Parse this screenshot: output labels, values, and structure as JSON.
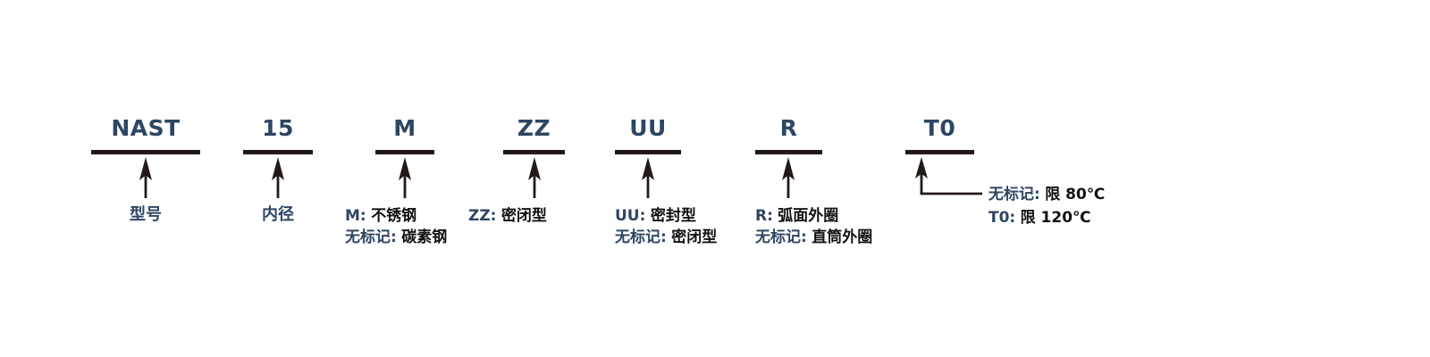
{
  "diagram": {
    "title": "NAST bearing part-number designation key",
    "colors": {
      "code_blue": "#2e4663",
      "rule_black": "#231a18",
      "value_black": "#111111",
      "background": "#ffffff"
    },
    "segments": [
      {
        "id": "model",
        "code": "NAST",
        "label_kind": "plain",
        "lines": [
          {
            "key": "型号",
            "value": ""
          }
        ]
      },
      {
        "id": "bore",
        "code": "15",
        "label_kind": "plain",
        "lines": [
          {
            "key": "内径",
            "value": ""
          }
        ]
      },
      {
        "id": "material",
        "code": "M",
        "label_kind": "keyed",
        "lines": [
          {
            "key": "M:",
            "value": "不锈钢"
          },
          {
            "key": "无标记:",
            "value": "碳素钢"
          }
        ]
      },
      {
        "id": "shield",
        "code": "ZZ",
        "label_kind": "keyed",
        "lines": [
          {
            "key": "ZZ:",
            "value": "密闭型"
          }
        ]
      },
      {
        "id": "seal",
        "code": "UU",
        "label_kind": "keyed",
        "lines": [
          {
            "key": "UU:",
            "value": "密封型"
          },
          {
            "key": "无标记:",
            "value": "密闭型"
          }
        ]
      },
      {
        "id": "outer-ring",
        "code": "R",
        "label_kind": "keyed",
        "lines": [
          {
            "key": "R:",
            "value": "弧面外圈"
          },
          {
            "key": "无标记:",
            "value": "直筒外圈"
          }
        ]
      },
      {
        "id": "temperature",
        "code": "T0",
        "label_kind": "callout",
        "lines": [
          {
            "key": "无标记:",
            "value": "限 80℃"
          },
          {
            "key": "T0:",
            "value": "限 120℃"
          }
        ]
      }
    ]
  }
}
